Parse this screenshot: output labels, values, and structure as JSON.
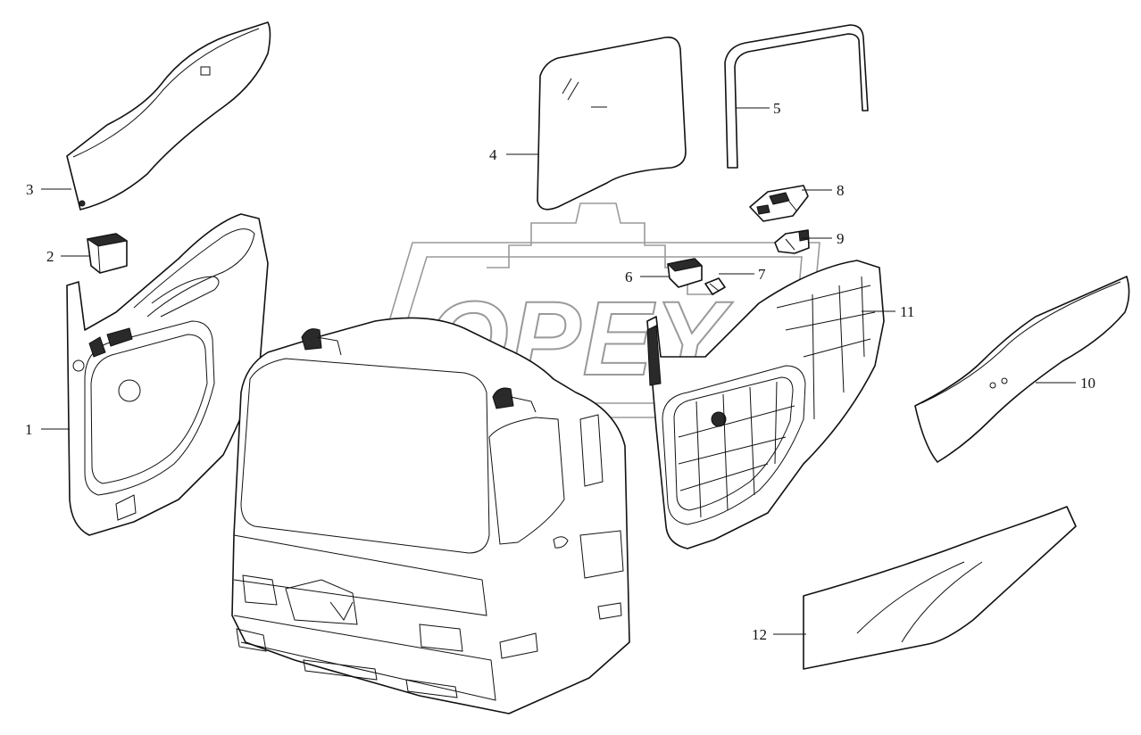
{
  "watermark": {
    "text": "OPEY"
  },
  "callouts": [
    {
      "id": "1",
      "label": "1"
    },
    {
      "id": "2",
      "label": "2"
    },
    {
      "id": "3",
      "label": "3"
    },
    {
      "id": "4",
      "label": "4"
    },
    {
      "id": "5",
      "label": "5"
    },
    {
      "id": "6",
      "label": "6"
    },
    {
      "id": "7",
      "label": "7"
    },
    {
      "id": "8",
      "label": "8"
    },
    {
      "id": "9",
      "label": "9"
    },
    {
      "id": "10",
      "label": "10"
    },
    {
      "id": "11",
      "label": "11"
    },
    {
      "id": "12",
      "label": "12"
    }
  ],
  "colors": {
    "line": "#111111",
    "watermark": "#9a9a9a",
    "background": "#ffffff"
  }
}
